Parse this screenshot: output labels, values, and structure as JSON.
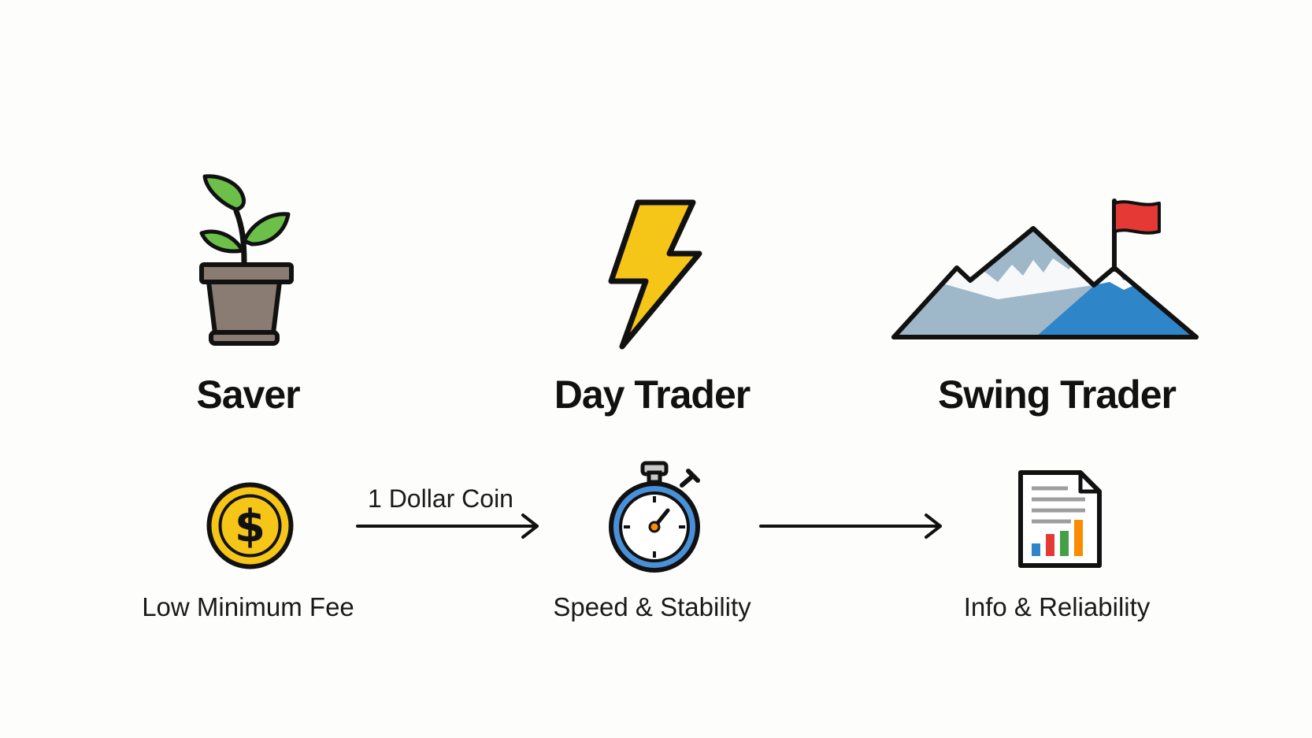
{
  "personas": [
    {
      "title": "Saver",
      "icon": "plant-pot-icon",
      "feature_icon": "dollar-coin-icon",
      "feature": "Low Minimum Fee"
    },
    {
      "title": "Day Trader",
      "icon": "lightning-bolt-icon",
      "feature_icon": "stopwatch-icon",
      "feature": "Speed & Stability"
    },
    {
      "title": "Swing Trader",
      "icon": "mountain-flag-icon",
      "feature_icon": "report-chart-icon",
      "feature": "Info & Reliability"
    }
  ],
  "connectors": [
    {
      "label": "1 Dollar Coin"
    },
    {
      "label": ""
    }
  ],
  "colors": {
    "leaf": "#6cc04a",
    "pot": "#8a7b73",
    "bolt": "#f5c518",
    "coin": "#f5c518",
    "stopwatch_ring": "#4a90d9",
    "mountain_back": "#9fb8c9",
    "mountain_front": "#2e86c8",
    "flag": "#e53935",
    "bar_blue": "#2e86c8",
    "bar_red": "#e53935",
    "bar_green": "#43a047",
    "bar_orange": "#fb8c00"
  }
}
